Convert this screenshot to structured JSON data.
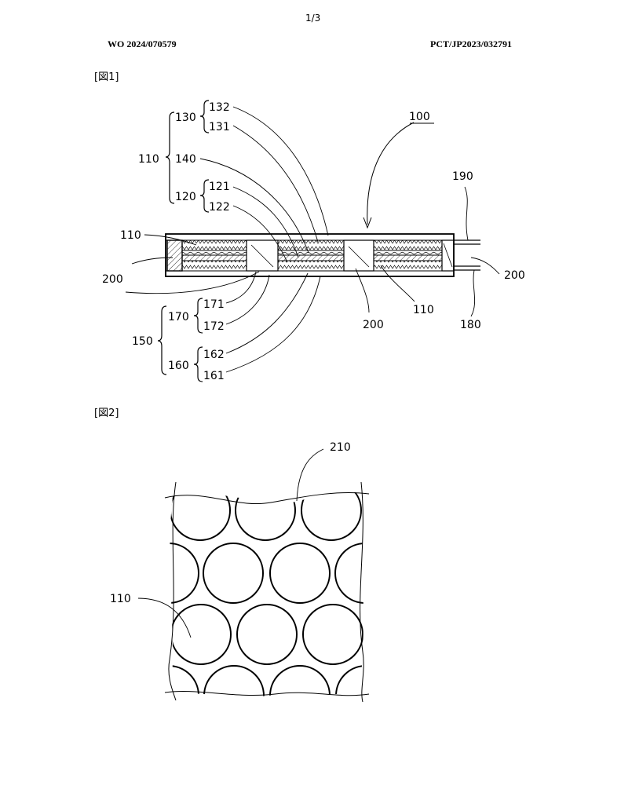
{
  "header": {
    "page_number": "1/3",
    "publication_number": "WO 2024/070579",
    "application_number": "PCT/JP2023/032791"
  },
  "figures": [
    {
      "label": "[図1]",
      "reference_numerals": {
        "r100": "100",
        "r110_group": "110",
        "r130": "130",
        "r132": "132",
        "r131": "131",
        "r140": "140",
        "r120": "120",
        "r121": "121",
        "r122": "122",
        "r110_left": "110",
        "r200_left": "200",
        "r190": "190",
        "r200_right": "200",
        "r180": "180",
        "r110_right": "110",
        "r200_mid": "200",
        "r150": "150",
        "r170": "170",
        "r171": "171",
        "r172": "172",
        "r160": "160",
        "r162": "162",
        "r161": "161"
      }
    },
    {
      "label": "[図2]",
      "reference_numerals": {
        "r210": "210",
        "r110": "110"
      }
    }
  ]
}
